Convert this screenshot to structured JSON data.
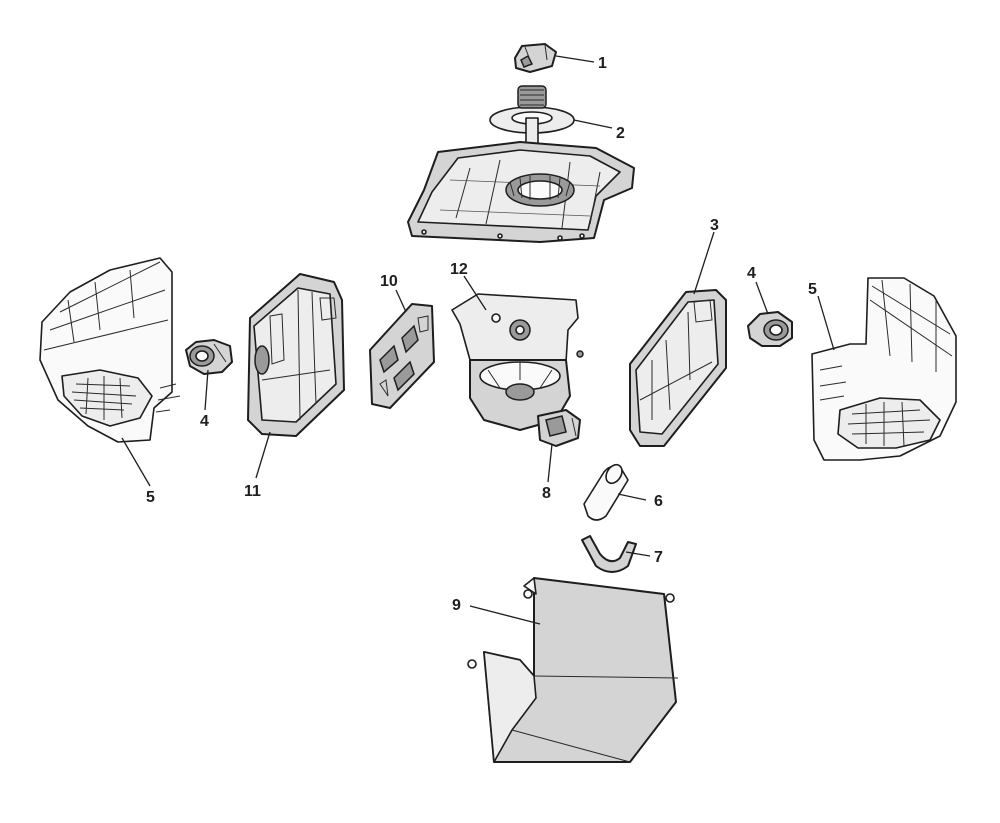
{
  "callouts": {
    "c1": "1",
    "c2": "2",
    "c3": "3",
    "c4a": "4",
    "c4b": "4",
    "c5a": "5",
    "c5b": "5",
    "c6": "6",
    "c7": "7",
    "c8": "8",
    "c9": "9",
    "c10": "10",
    "c11": "11",
    "c12": "12"
  }
}
